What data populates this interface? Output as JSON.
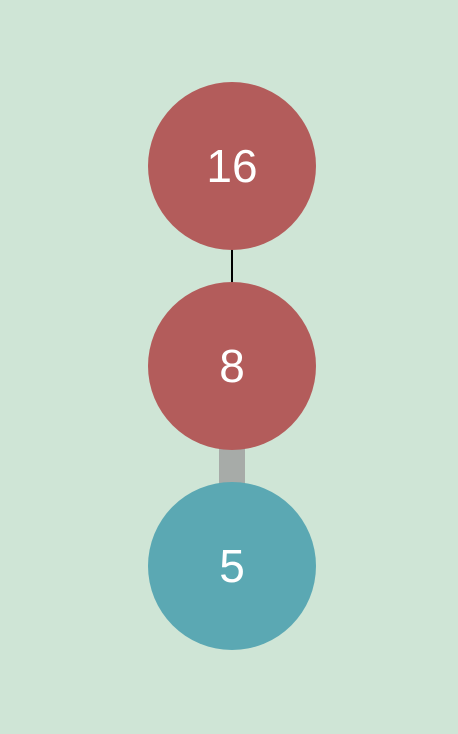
{
  "nodes": [
    {
      "label": "16",
      "color": "#b35c5b"
    },
    {
      "label": "8",
      "color": "#b35c5b"
    },
    {
      "label": "5",
      "color": "#5ba8b3"
    }
  ],
  "edges": [
    {
      "from": "16",
      "to": "8",
      "color": "#000000",
      "style": "thin"
    },
    {
      "from": "8",
      "to": "5",
      "color": "#a7aba8",
      "style": "thick"
    }
  ],
  "background": "#cfe5d6"
}
